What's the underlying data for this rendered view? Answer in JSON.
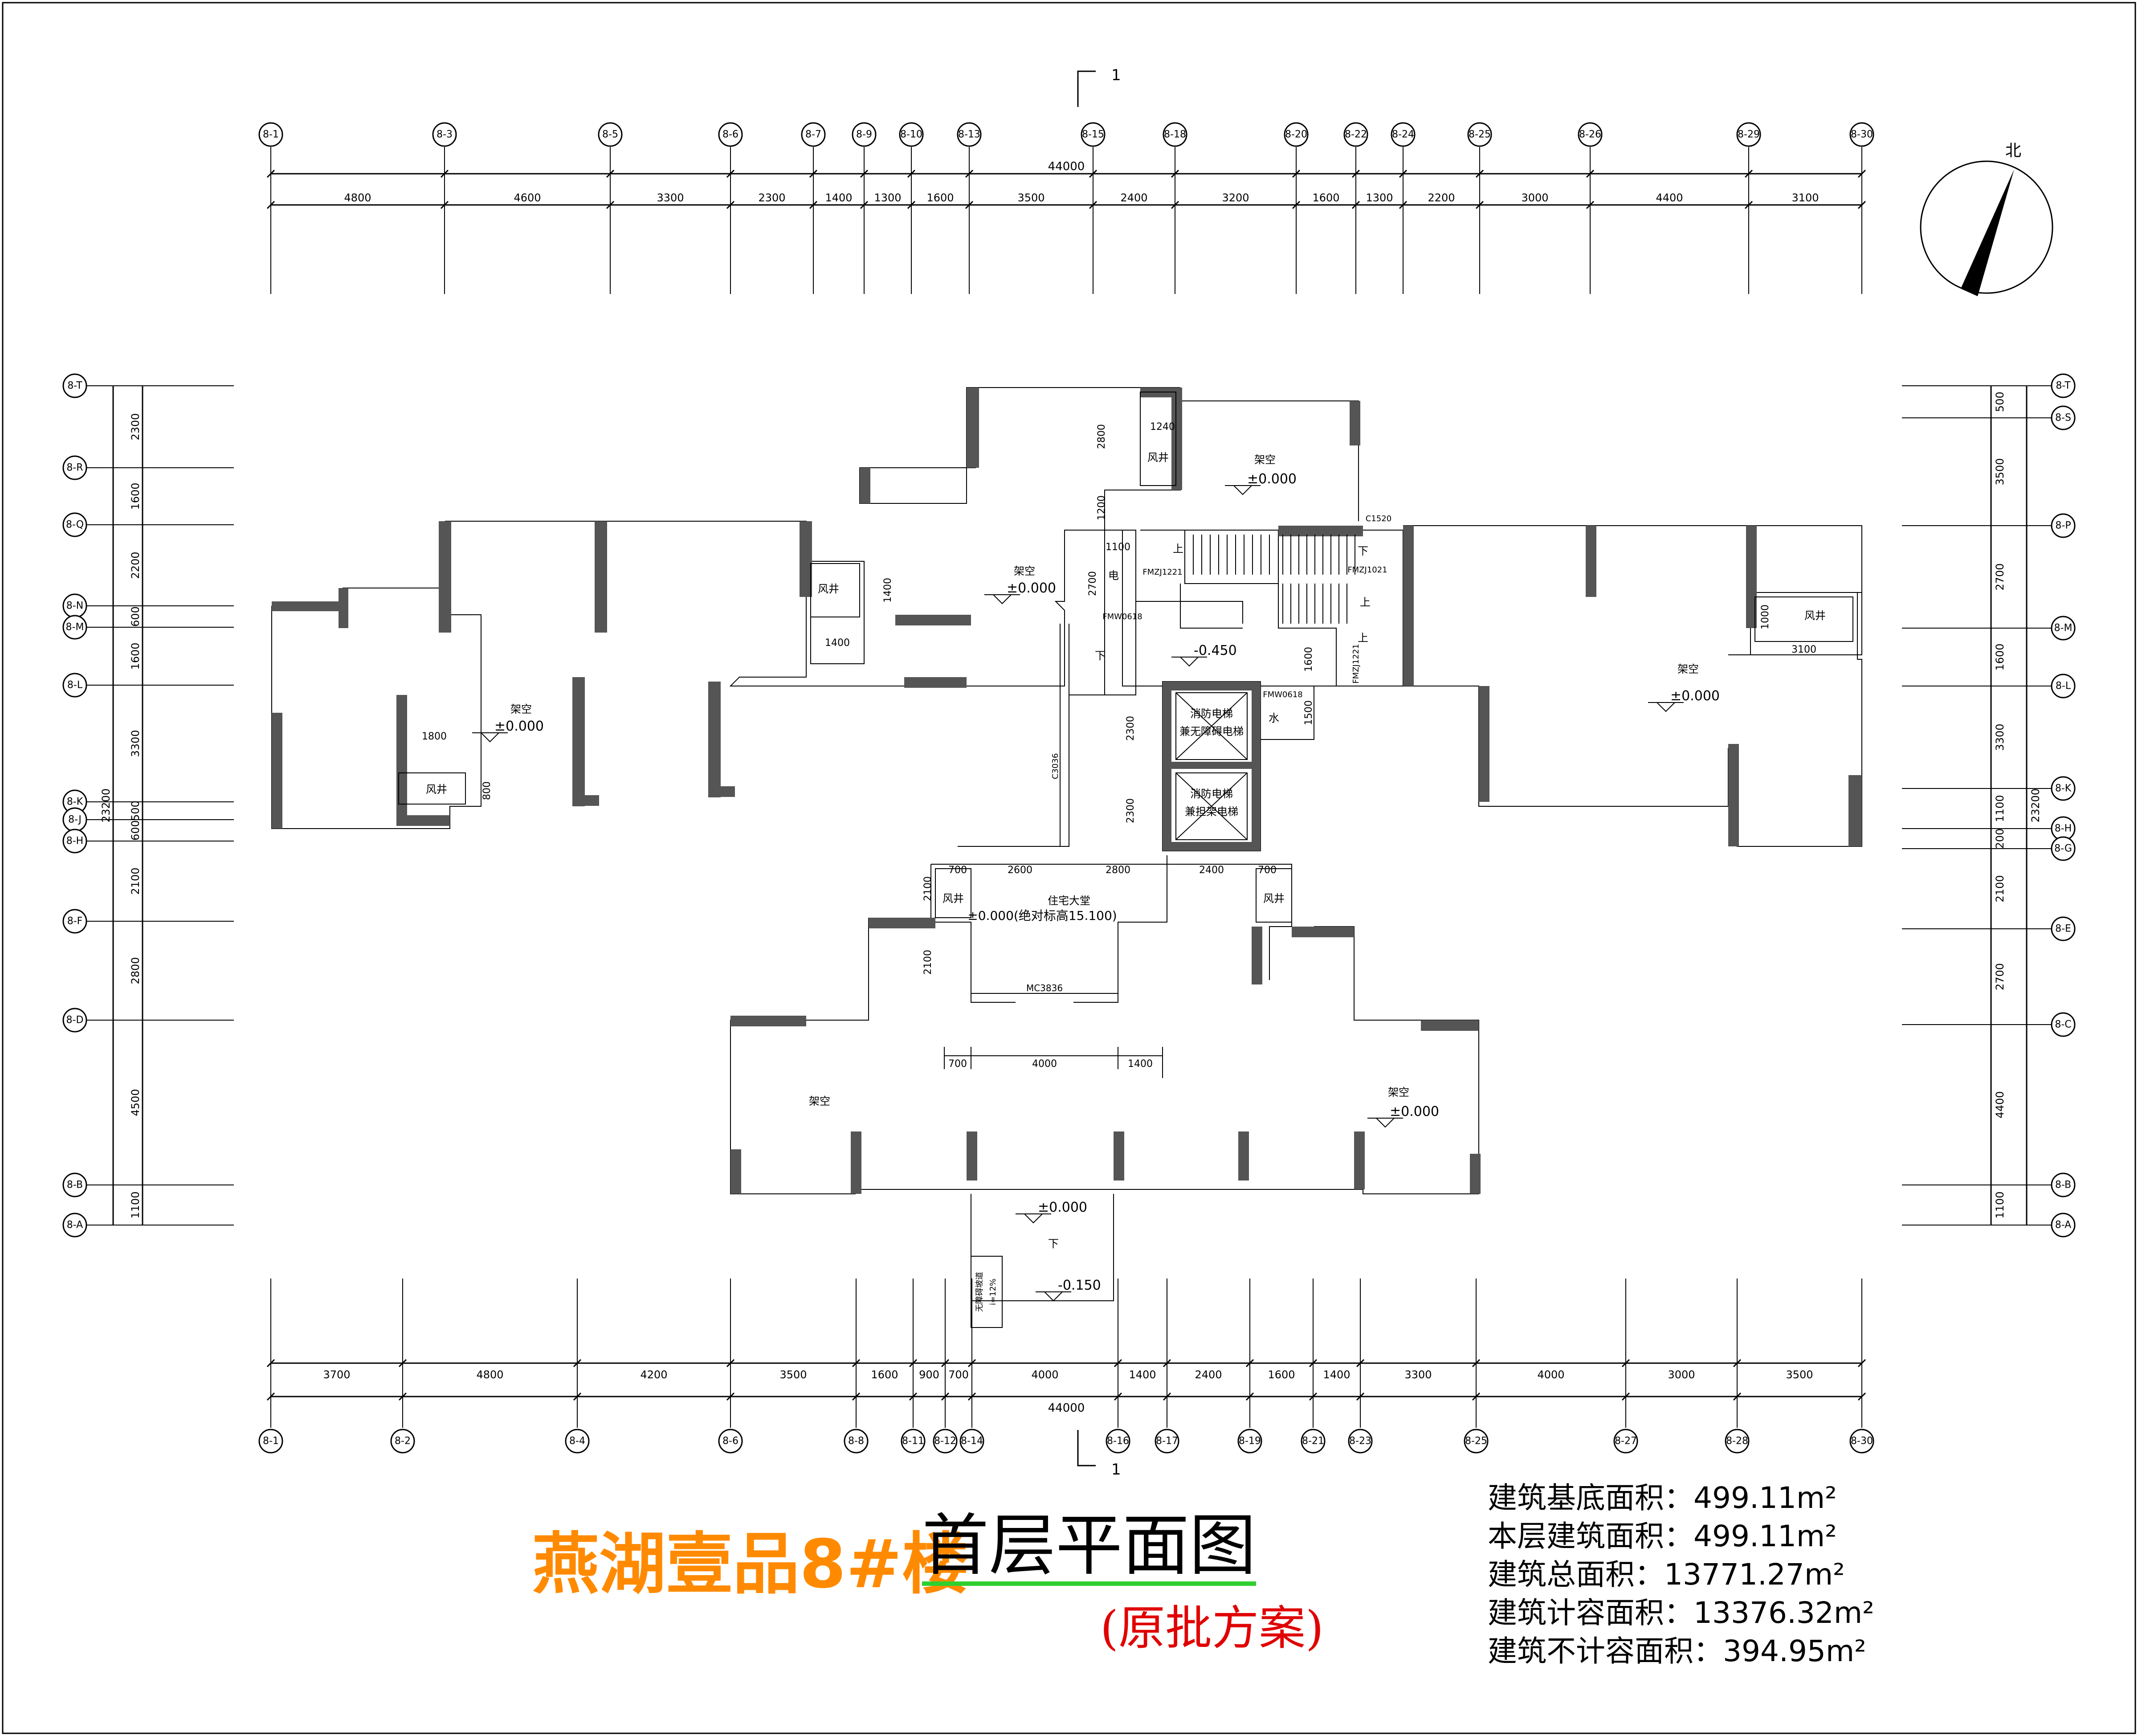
{
  "title": {
    "main": "燕湖壹品8#楼",
    "sub": "首层平面图",
    "note": "(原批方案)"
  },
  "north_label": "北",
  "section_mark": "1",
  "stats": [
    {
      "label": "建筑基底面积：",
      "value": "499.11m²"
    },
    {
      "label": "本层建筑面积：",
      "value": "499.11m²"
    },
    {
      "label": "建筑总面积：",
      "value": "13771.27m²"
    },
    {
      "label": "建筑计容面积：",
      "value": "13376.32m²"
    },
    {
      "label": "建筑不计容面积：",
      "value": "394.95m²"
    }
  ],
  "top_axes": [
    "8-1",
    "8-3",
    "8-5",
    "8-6",
    "8-7",
    "8-9",
    "8-10",
    "8-13",
    "8-15",
    "8-18",
    "8-20",
    "8-22",
    "8-24",
    "8-25",
    "8-26",
    "8-29",
    "8-30"
  ],
  "top_dims": [
    "4800",
    "4600",
    "3300",
    "2300",
    "1400",
    "1300",
    "1600",
    "3500",
    "2400",
    "3200",
    "1600",
    "1300",
    "2200",
    "3000",
    "4400",
    "3100"
  ],
  "top_total": "44000",
  "bottom_axes": [
    "8-1",
    "8-2",
    "8-4",
    "8-6",
    "8-8",
    "8-11",
    "8-12",
    "8-14",
    "8-16",
    "8-17",
    "8-19",
    "8-21",
    "8-23",
    "8-25",
    "8-27",
    "8-28",
    "8-30"
  ],
  "bottom_dims": [
    "3700",
    "4800",
    "4200",
    "3500",
    "1600",
    "900",
    "700",
    "4000",
    "1400",
    "2400",
    "1600",
    "1400",
    "3300",
    "4000",
    "3000",
    "3500"
  ],
  "bottom_total": "44000",
  "left_axes": [
    "8-T",
    "8-R",
    "8-Q",
    "8-N",
    "8-M",
    "8-L",
    "8-K",
    "8-J",
    "8-H",
    "8-F",
    "8-D",
    "8-B",
    "8-A"
  ],
  "left_dims": [
    "2300",
    "1600",
    "2200",
    "600",
    "1600",
    "3300",
    "500",
    "600",
    "2100",
    "2800",
    "4500",
    "1100"
  ],
  "left_total": "23200",
  "right_axes": [
    "8-T",
    "8-S",
    "8-P",
    "8-M",
    "8-L",
    "8-K",
    "8-H",
    "8-G",
    "8-E",
    "8-C",
    "8-B",
    "8-A"
  ],
  "right_dims": [
    "500",
    "3500",
    "2700",
    "1600",
    "3300",
    "1100",
    "200",
    "2100",
    "2700",
    "4400",
    "1100"
  ],
  "right_total": "23200",
  "rooms": [
    {
      "text": "架空",
      "level": "±0.000"
    },
    {
      "text": "架空",
      "level": "±0.000"
    },
    {
      "text": "架空",
      "level": "±0.000"
    },
    {
      "text": "架空",
      "level": "±0.000"
    },
    {
      "text": "架空",
      "level": ""
    },
    {
      "text": "架空",
      "level": "±0.000"
    }
  ],
  "labels": {
    "shaft": "风井",
    "fire_lift": "消防电梯",
    "fire_lift_sub": "兼无障碍电梯",
    "lift2": "消防电梯",
    "lift2_sub": "兼担架电梯",
    "lobby": "住宅大堂",
    "lobby_level": "±0.000(绝对标高15.100)",
    "door_main": "MC3836",
    "water": "水",
    "elec": "电",
    "fm1": "FMZJ1221",
    "fm2": "FMZJ1021",
    "fm3": "FMZJ1221",
    "fm4": "FMW0618",
    "fm5": "FMW0618",
    "c1": "C3036",
    "c2": "C1520",
    "up": "上",
    "down": "下",
    "stair_level": "-0.450",
    "entry_level": "±0.000",
    "ramp_level": "-0.150",
    "ramp": "无障碍坡道",
    "ramp_slope": "i=12%"
  },
  "inner_dims": {
    "d1240": "1240",
    "d2800": "2800",
    "d1200": "1200",
    "d1100": "1100",
    "d2700": "2700",
    "d1400a": "1400",
    "d1400b": "1400",
    "d1800": "1800",
    "d800": "800",
    "d1600": "1600",
    "d1500": "1500",
    "d2300a": "2300",
    "d2300b": "2300",
    "d700a": "700",
    "d2600": "2600",
    "d2800b": "2800",
    "d2400": "2400",
    "d700b": "700",
    "d2100a": "2100",
    "d2100b": "2100",
    "d700c": "700",
    "d4000": "4000",
    "d1400c": "1400",
    "d1000": "1000",
    "d3100": "3100"
  }
}
